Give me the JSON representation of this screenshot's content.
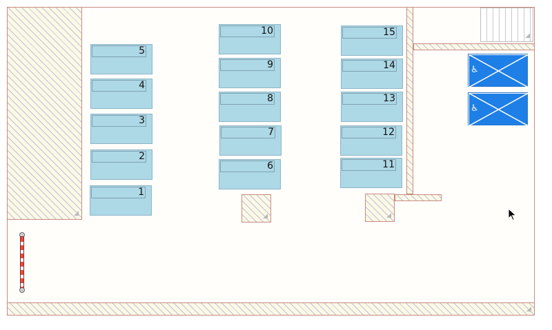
{
  "parking_lot": {
    "spaces": [
      {
        "label": "1"
      },
      {
        "label": "2"
      },
      {
        "label": "3"
      },
      {
        "label": "4"
      },
      {
        "label": "5"
      },
      {
        "label": "6"
      },
      {
        "label": "7"
      },
      {
        "label": "8"
      },
      {
        "label": "9"
      },
      {
        "label": "10"
      },
      {
        "label": "11"
      },
      {
        "label": "12"
      },
      {
        "label": "13"
      },
      {
        "label": "14"
      },
      {
        "label": "15"
      }
    ],
    "accessible_spaces": [
      {
        "icon": "wheelchair-icon",
        "symbol": "♿"
      },
      {
        "icon": "wheelchair-icon",
        "symbol": "♿"
      }
    ],
    "colors": {
      "space_fill": "#add8e6",
      "accessible_fill": "#1e7fe6",
      "hatch_border": "#c98a7e",
      "barrier_red": "#e8493c"
    }
  }
}
